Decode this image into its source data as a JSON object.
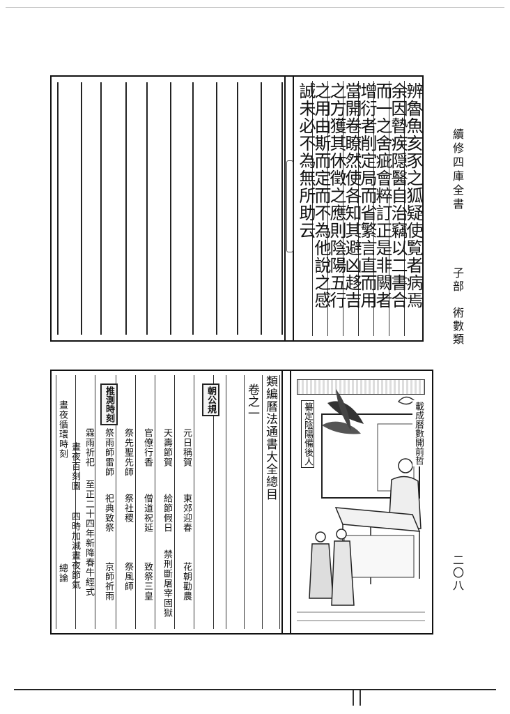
{
  "side": {
    "title": "續修四庫全書",
    "section": "子部　術數類",
    "page_number": "二〇八"
  },
  "upper_text": {
    "columns": [
      "辨魯魚亥豕之狐疑使覧者病焉",
      "余因暬疾隠醫自治竊以二書合",
      "而一之舍疵會粹訂正是非闕者",
      "增衍者削定局而省繁言直而用",
      "當開卷瞭然使各知其避凶趍吉",
      "之方獲其休徵之應則陰陽五行",
      "之用由斯而定而不為他說之感",
      "誠未必不為無所助云"
    ]
  },
  "catalog": {
    "title": "類編曆法通書大全總目",
    "volume": "卷之一"
  },
  "table": {
    "header_court": "朝公規",
    "header_hours": "推測時刻",
    "cols": [
      [
        "元日稱賀",
        "東郊迎春",
        "花朝勸農"
      ],
      [
        "天壽節賀",
        "給節假日",
        "禁刑斷屠宰固獄"
      ],
      [
        "官僚行香",
        "僧道祝延",
        "致祭三皇"
      ],
      [
        "祭先聖先師",
        "祭社稷",
        "祭風師"
      ],
      [
        "祭雨師雷師",
        "祀典致祭",
        "京師祈雨"
      ],
      [
        "霖雨祈祀",
        "至正二十四年新降春牛經式"
      ],
      [
        "晝夜百刻圖",
        "四時加減晝夜節氣"
      ],
      [
        "晝夜循環時刻",
        "總論"
      ]
    ]
  },
  "illustration": {
    "caption_left": "纂定陰陽備後人",
    "caption_right": "載成曆數開前哲"
  }
}
